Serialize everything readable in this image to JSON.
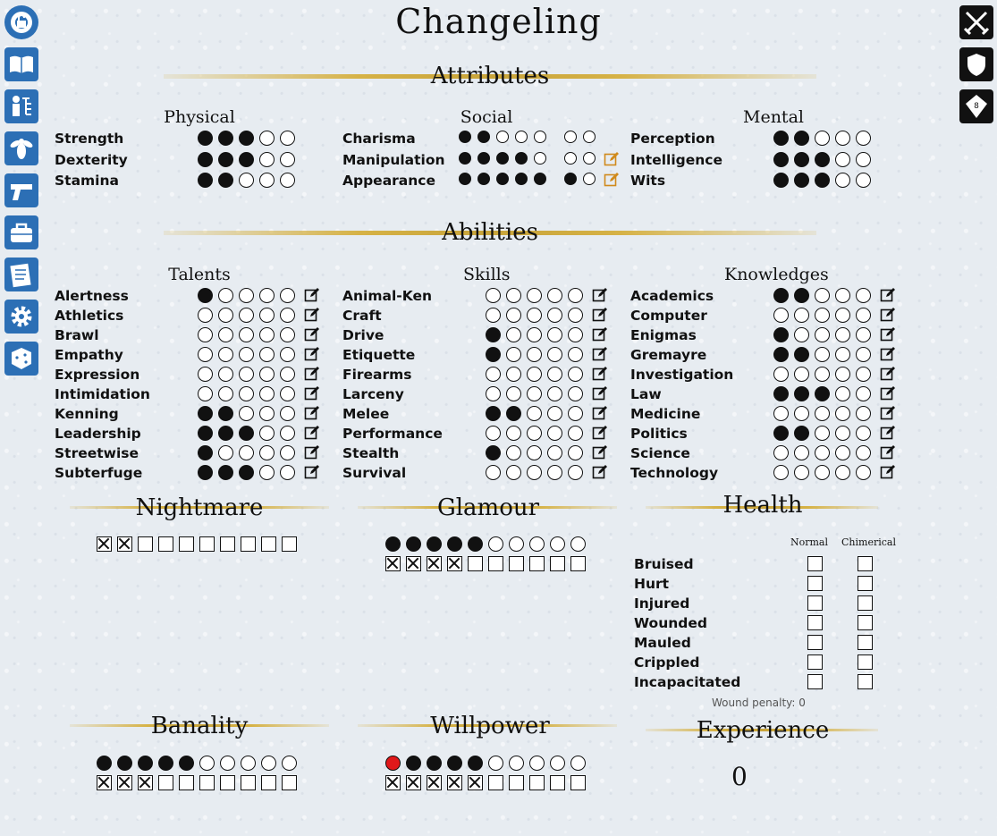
{
  "title": "Changeling",
  "sections": {
    "attributes": "Attributes",
    "abilities": "Abilities",
    "nightmare": "Nightmare",
    "glamour": "Glamour",
    "health": "Health",
    "banality": "Banality",
    "willpower": "Willpower",
    "experience": "Experience"
  },
  "attributes": {
    "physical": {
      "label": "Physical",
      "items": [
        {
          "name": "Strength",
          "value": 3
        },
        {
          "name": "Dexterity",
          "value": 3
        },
        {
          "name": "Stamina",
          "value": 2
        }
      ]
    },
    "social": {
      "label": "Social",
      "items": [
        {
          "name": "Charisma",
          "value": 2,
          "extra": 0
        },
        {
          "name": "Manipulation",
          "value": 4,
          "extra": 0
        },
        {
          "name": "Appearance",
          "value": 5,
          "extra": 1
        }
      ]
    },
    "mental": {
      "label": "Mental",
      "items": [
        {
          "name": "Perception",
          "value": 2
        },
        {
          "name": "Intelligence",
          "value": 3
        },
        {
          "name": "Wits",
          "value": 3
        }
      ]
    }
  },
  "abilities": {
    "talents": {
      "label": "Talents",
      "items": [
        {
          "name": "Alertness",
          "value": 1
        },
        {
          "name": "Athletics",
          "value": 0
        },
        {
          "name": "Brawl",
          "value": 0
        },
        {
          "name": "Empathy",
          "value": 0
        },
        {
          "name": "Expression",
          "value": 0
        },
        {
          "name": "Intimidation",
          "value": 0
        },
        {
          "name": "Kenning",
          "value": 2
        },
        {
          "name": "Leadership",
          "value": 3
        },
        {
          "name": "Streetwise",
          "value": 1
        },
        {
          "name": "Subterfuge",
          "value": 3
        }
      ]
    },
    "skills": {
      "label": "Skills",
      "items": [
        {
          "name": "Animal-Ken",
          "value": 0
        },
        {
          "name": "Craft",
          "value": 0
        },
        {
          "name": "Drive",
          "value": 1
        },
        {
          "name": "Etiquette",
          "value": 1
        },
        {
          "name": "Firearms",
          "value": 0
        },
        {
          "name": "Larceny",
          "value": 0
        },
        {
          "name": "Melee",
          "value": 2
        },
        {
          "name": "Performance",
          "value": 0
        },
        {
          "name": "Stealth",
          "value": 1
        },
        {
          "name": "Survival",
          "value": 0
        }
      ]
    },
    "knowledges": {
      "label": "Knowledges",
      "items": [
        {
          "name": "Academics",
          "value": 2
        },
        {
          "name": "Computer",
          "value": 0
        },
        {
          "name": "Enigmas",
          "value": 1
        },
        {
          "name": "Gremayre",
          "value": 2
        },
        {
          "name": "Investigation",
          "value": 0
        },
        {
          "name": "Law",
          "value": 3
        },
        {
          "name": "Medicine",
          "value": 0
        },
        {
          "name": "Politics",
          "value": 2
        },
        {
          "name": "Science",
          "value": 0
        },
        {
          "name": "Technology",
          "value": 0
        }
      ]
    }
  },
  "nightmare": {
    "checked": 2,
    "total": 10
  },
  "glamour": {
    "permanent": 5,
    "total": 10,
    "spent": 4
  },
  "health": {
    "col_normal": "Normal",
    "col_chimerical": "Chimerical",
    "levels": [
      "Bruised",
      "Hurt",
      "Injured",
      "Wounded",
      "Mauled",
      "Crippled",
      "Incapacitated"
    ],
    "penalty": "Wound penalty: 0"
  },
  "banality": {
    "permanent": 5,
    "total": 10,
    "checked": 3
  },
  "willpower": {
    "permanent": 5,
    "total": 10,
    "spent": 5,
    "highlight": 1
  },
  "experience": {
    "value": "0"
  },
  "icons_left": [
    "lifebuoy-lock-icon",
    "book-icon",
    "tree-person-icon",
    "wasp-icon",
    "pistol-icon",
    "bag-icon",
    "notes-icon",
    "gear-icon",
    "dice-icon"
  ],
  "icons_right": [
    "crossed-swords-icon",
    "shield-icon",
    "d10-icon"
  ],
  "colors": {
    "gold": "#d6b246",
    "sidebar": "#2c6fb5",
    "accent": "#d08a1c",
    "red": "#e0181a"
  }
}
